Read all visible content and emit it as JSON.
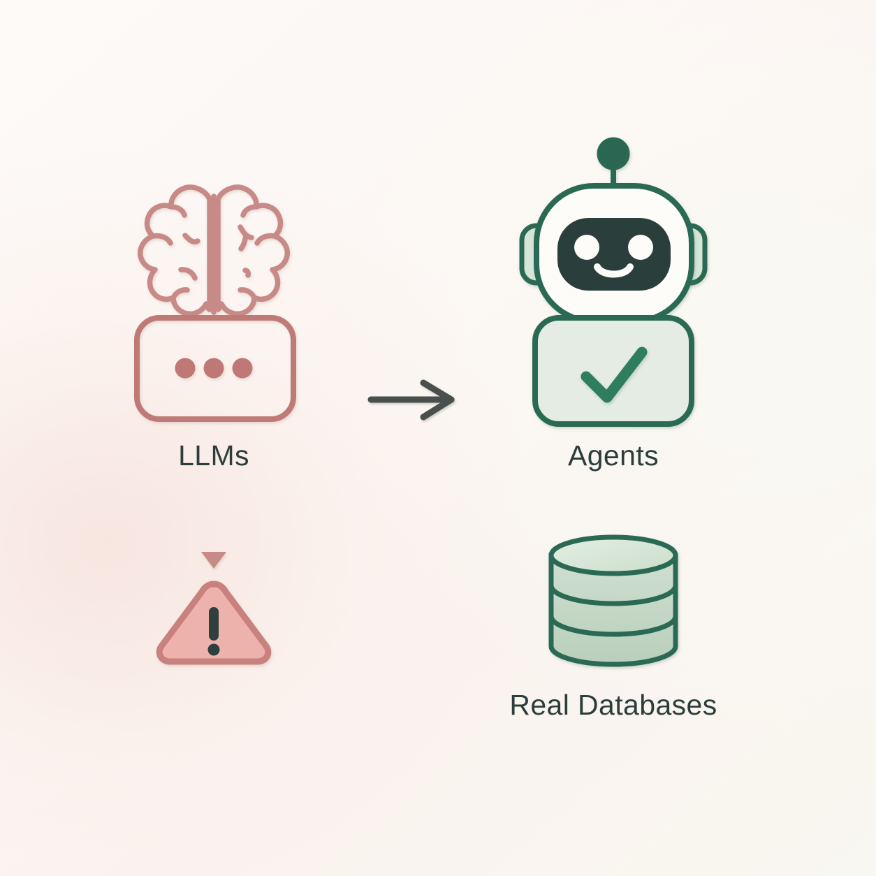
{
  "diagram": {
    "type": "flow-diagram",
    "title": "",
    "background_colors": {
      "top_left": "#FDFAF8",
      "left_tint": "#F7E3DC",
      "right_tint": "#FAF9F3",
      "bottom_right": "#F9F7F1"
    },
    "palette": {
      "rose_stroke": "#C4807C",
      "rose_light_fill": "#EFB3AE",
      "rose_dot": "#C07A76",
      "green_stroke": "#2C6B55",
      "green_fill": "#DCE8DF",
      "green_fill_light": "#E8EFE6",
      "green_check": "#2E7D5E",
      "dark_face": "#2A3E3C",
      "arrow_gray": "#4A4F4E",
      "text": "#2C3E3C",
      "white": "#FFFFFF"
    },
    "nodes": [
      {
        "id": "llms",
        "label": "LLMs",
        "side": "left",
        "color": "#C4807C",
        "icons": [
          "brain-icon",
          "chat-bubble-icon",
          "typing-dots-icon"
        ],
        "dots_count": 3
      },
      {
        "id": "agents",
        "label": "Agents",
        "side": "right",
        "color": "#2C6B55",
        "icons": [
          "robot-icon",
          "antenna-icon",
          "robot-face-icon",
          "checkmark-icon"
        ]
      },
      {
        "id": "real-databases",
        "label": "Real Databases",
        "side": "right",
        "color": "#2C6B55",
        "icons": [
          "database-cylinder-icon"
        ],
        "cylinder_bands": 3
      },
      {
        "id": "warning",
        "label": "",
        "side": "left",
        "color": "#C4807C",
        "icons": [
          "warning-triangle-icon",
          "exclamation-mark-icon"
        ]
      }
    ],
    "connectors": [
      {
        "id": "llms-to-agents",
        "from": "llms",
        "to": "agents",
        "style": "solid",
        "arrowhead": true,
        "color": "#4A4F4E",
        "direction": "right"
      },
      {
        "id": "llms-to-warning",
        "from": "llms",
        "to": "warning",
        "style": "dashed",
        "arrowhead": true,
        "color": "#C4807C",
        "direction": "down",
        "dashes": 3
      },
      {
        "id": "agents-to-databases",
        "from": "agents",
        "to": "real-databases",
        "style": "dashed",
        "arrowhead": false,
        "color": "#2C6B55",
        "direction": "down",
        "dashes": 3
      }
    ]
  },
  "labels": {
    "llms": "LLMs",
    "agents": "Agents",
    "databases": "Real Databases"
  }
}
